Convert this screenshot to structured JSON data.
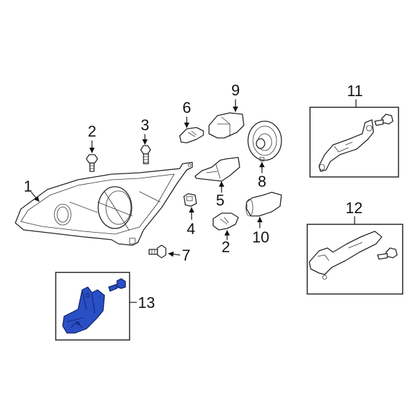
{
  "diagram": {
    "type": "exploded-parts-diagram",
    "highlight_color": "#2a4fc4",
    "callouts": [
      {
        "id": "c1",
        "label": "1",
        "part": "headlamp-assembly"
      },
      {
        "id": "c2a",
        "label": "2",
        "part": "bolt"
      },
      {
        "id": "c3",
        "label": "3",
        "part": "bolt"
      },
      {
        "id": "c6",
        "label": "6",
        "part": "wedge-bulb"
      },
      {
        "id": "c9",
        "label": "9",
        "part": "bulb-socket"
      },
      {
        "id": "c4",
        "label": "4",
        "part": "clip-nut"
      },
      {
        "id": "c5",
        "label": "5",
        "part": "headlamp-bulb"
      },
      {
        "id": "c8",
        "label": "8",
        "part": "hid-bulb"
      },
      {
        "id": "c2b",
        "label": "2",
        "part": "bolt"
      },
      {
        "id": "c7",
        "label": "7",
        "part": "wedge-bulb"
      },
      {
        "id": "c10",
        "label": "10",
        "part": "socket"
      },
      {
        "id": "c11",
        "label": "11",
        "part": "upper-bracket-kit"
      },
      {
        "id": "c12",
        "label": "12",
        "part": "lower-bracket-kit"
      },
      {
        "id": "c13",
        "label": "13",
        "part": "mounting-bracket-kit",
        "highlighted": true
      }
    ]
  }
}
